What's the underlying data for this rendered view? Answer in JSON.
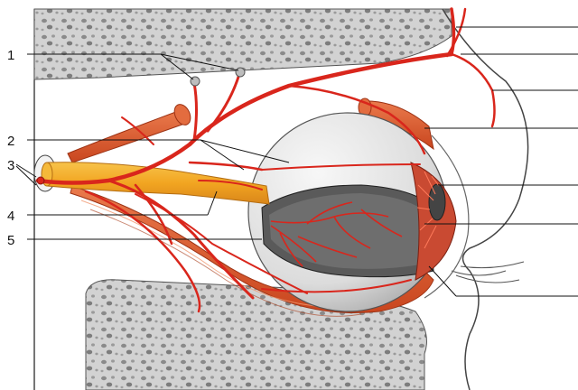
{
  "labels": {
    "l1": "1",
    "l2": "2",
    "l3": "3",
    "l4": "4",
    "l5": "5"
  },
  "colors": {
    "artery": "#d9261c",
    "muscle": "#d8532b",
    "nerve": "#f2a521",
    "bone": "#c9c9c9",
    "outline": "#1a1a1a"
  }
}
